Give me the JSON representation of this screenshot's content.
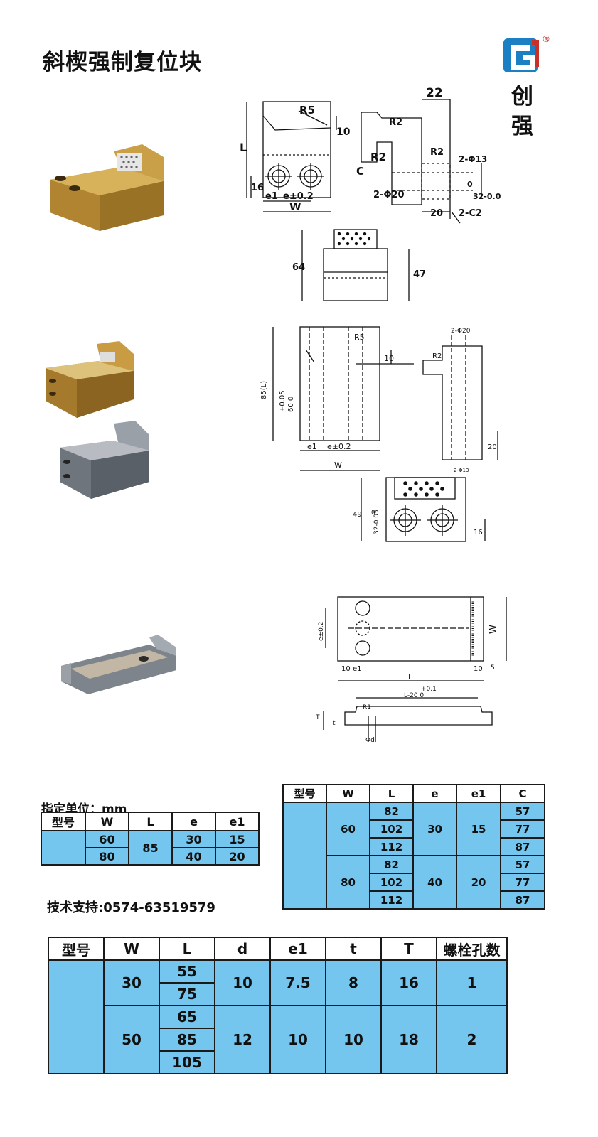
{
  "title": "斜楔强制复位块",
  "brand": {
    "char1": "创",
    "char2": "强",
    "registered": "®",
    "accent": "#1b7fc4"
  },
  "diagram1": {
    "front": {
      "r5": "R5",
      "dim10": "10",
      "dimL": "L",
      "dim16": "16",
      "e1": "e1",
      "e_tol": "e±0.2",
      "w": "W"
    },
    "side": {
      "dim22": "22",
      "r2a": "R2",
      "r2b": "R2",
      "r2c": "R2",
      "phi13": "2-Φ13",
      "c": "C",
      "phi20": "2-Φ20",
      "tol": "32-0.05",
      "tol0": "0",
      "dim20": "20",
      "c2": "2-C2"
    },
    "top": {
      "dim64": "64",
      "dim47": "47"
    }
  },
  "diagram2": {
    "front": {
      "dim85": "85(L)",
      "tol60": "+0.05",
      "tol60b": "60  0",
      "r5": "R5",
      "dim10": "10",
      "e1": "e1",
      "e_tol": "e±0.2",
      "w": "W"
    },
    "side": {
      "phi20": "2-Φ20",
      "r2": "R2",
      "dim20": "20",
      "phi13": "2-Φ13"
    },
    "bottom": {
      "dim49": "49",
      "tol": "32-0.05",
      "tol0": "0",
      "dim16": "16"
    }
  },
  "diagram3": {
    "top": {
      "e_tol": "e±0.2",
      "w": "W",
      "dim10a": "10",
      "e1": "e1",
      "l": "L",
      "dim10b": "10",
      "dim5": "5"
    },
    "side": {
      "tolp": "+0.1",
      "l20": "L-20   0",
      "r1": "R1",
      "t": "T",
      "tt": "t",
      "phid": "Φd"
    }
  },
  "unit_label": "指定单位：mm",
  "support_text": "技术支持:0574-63519579",
  "table1": {
    "headers": [
      "型号",
      "W",
      "L",
      "e",
      "e1"
    ],
    "model": "",
    "w": [
      "60",
      "80"
    ],
    "l": "85",
    "e": [
      "30",
      "40"
    ],
    "e1": [
      "15",
      "20"
    ]
  },
  "table2": {
    "headers": [
      "型号",
      "W",
      "L",
      "e",
      "e1",
      "C"
    ],
    "model": "",
    "groups": [
      {
        "w": "60",
        "l": [
          "82",
          "102",
          "112"
        ],
        "e": "30",
        "e1": "15",
        "c": [
          "57",
          "77",
          "87"
        ]
      },
      {
        "w": "80",
        "l": [
          "82",
          "102",
          "112"
        ],
        "e": "40",
        "e1": "20",
        "c": [
          "57",
          "77",
          "87"
        ]
      }
    ]
  },
  "table3": {
    "headers": [
      "型号",
      "W",
      "L",
      "d",
      "e1",
      "t",
      "T",
      "螺栓孔数"
    ],
    "model": "",
    "groups": [
      {
        "w": "30",
        "l": [
          "55",
          "75"
        ],
        "d": "10",
        "e1": "7.5",
        "t": "8",
        "T": "16",
        "bolts": "1"
      },
      {
        "w": "50",
        "l": [
          "65",
          "85",
          "105"
        ],
        "d": "12",
        "e1": "10",
        "t": "10",
        "T": "18",
        "bolts": "2"
      }
    ]
  },
  "colors": {
    "table_fill": "#74c6ee",
    "brass": "#c49a3c",
    "steel": "#8a9098"
  }
}
